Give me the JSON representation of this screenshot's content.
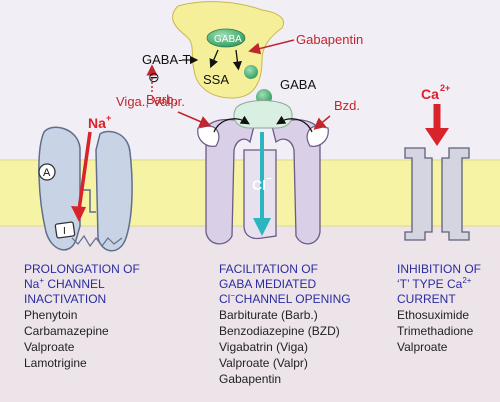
{
  "labels": {
    "gaba_top": "GABA",
    "gabapentin": "Gabapentin",
    "gaba_t": "GABA-T",
    "minus": "⊖",
    "ssa": "SSA",
    "gaba_right": "GABA",
    "viga_valpr": "Viga., Valpr.",
    "barb": "Barb.",
    "bzd": "Bzd.",
    "cl": "Cl",
    "cl_sup": "−",
    "na": "Na",
    "na_sup": "+",
    "ca": "Ca",
    "ca_sup": "2+",
    "a": "A",
    "i": "I"
  },
  "panels": {
    "left": {
      "head1": "PROLONGATION OF",
      "head2_pre": "Na",
      "head2_sup": "+",
      "head2_post": " CHANNEL",
      "head3": "INACTIVATION",
      "items": [
        "Phenytoin",
        "Carbamazepine",
        "Valproate",
        "Lamotrigine"
      ]
    },
    "middle": {
      "head1": "FACILITATION OF",
      "head2": "GABA MEDIATED",
      "head3_pre": "Cl",
      "head3_sup": "−",
      "head3_post": "CHANNEL OPENING",
      "items": [
        "Barbiturate (Barb.)",
        "Benzodiazepine (BZD)",
        "Vigabatrin (Viga)",
        "Valproate (Valpr)",
        "Gabapentin"
      ]
    },
    "right": {
      "head1": "INHIBITION OF",
      "head2_pre": "‘T’ TYPE Ca",
      "head2_sup": "2+",
      "head3": "CURRENT",
      "items": [
        "Ethosuximide",
        "Trimethadione",
        "Valproate"
      ]
    }
  },
  "colors": {
    "membrane": "#f7f3a4",
    "channel_blue": "#c8d3e6",
    "channel_purple": "#d9cfe6",
    "gaba_green": "#3daa6a",
    "arrow_red": "#d9232a",
    "arrow_teal": "#2bb6bf",
    "head_blue": "#2a2ca0",
    "label_red": "#c0262d"
  }
}
